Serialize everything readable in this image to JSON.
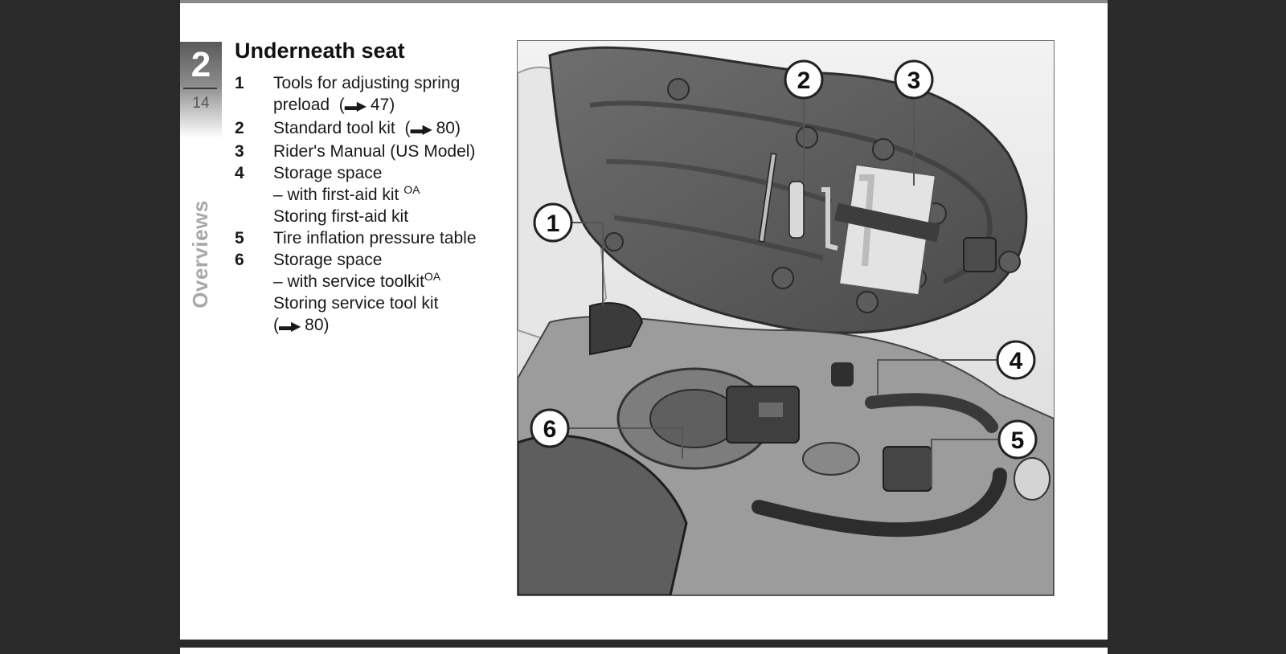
{
  "chapter": {
    "number": "2",
    "page": "14",
    "section_label": "Overviews"
  },
  "title": "Underneath seat",
  "legend": [
    {
      "num": "1",
      "lines": [
        "Tools for adjusting spring",
        "preload"
      ],
      "ref": "47"
    },
    {
      "num": "2",
      "lines": [
        "Standard tool kit"
      ],
      "ref": "80"
    },
    {
      "num": "3",
      "lines": [
        "Rider's Manual (US Model)"
      ]
    },
    {
      "num": "4",
      "lines": [
        "Storage space",
        "– with first-aid kit",
        "Storing first-aid kit"
      ],
      "sup": "OA"
    },
    {
      "num": "5",
      "lines": [
        "Tire inflation pressure table"
      ]
    },
    {
      "num": "6",
      "lines": [
        "Storage space",
        "– with service toolkit",
        "Storing service tool kit"
      ],
      "sup": "OA",
      "ref": "80"
    }
  ],
  "figure": {
    "callouts": [
      "1",
      "2",
      "3",
      "4",
      "5",
      "6"
    ]
  }
}
